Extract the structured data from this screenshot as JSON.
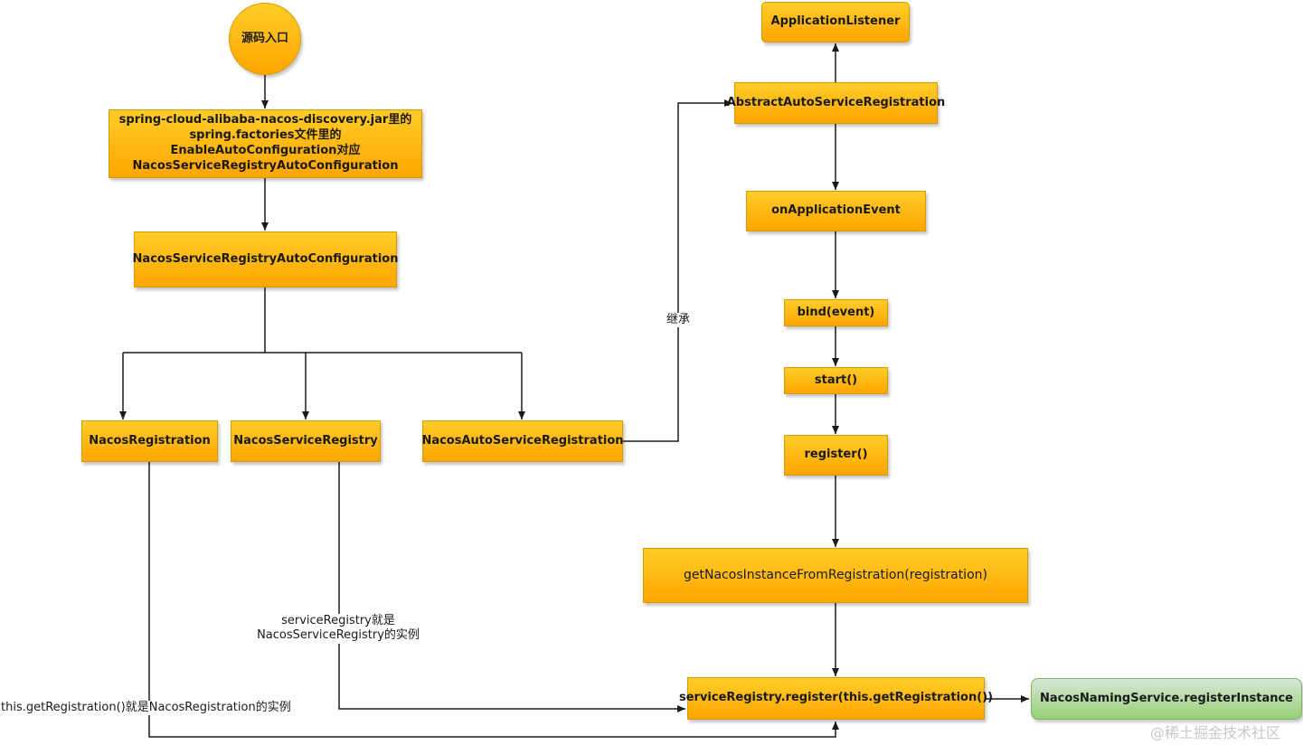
{
  "nodes": {
    "entry": "源码入口",
    "spring_factories": "spring-cloud-alibaba-nacos-discovery.jar里的spring.factories文件里的EnableAutoConfiguration对应NacosServiceRegistryAutoConfiguration",
    "auto_config": "NacosServiceRegistryAutoConfiguration",
    "nacos_registration": "NacosRegistration",
    "nacos_service_registry": "NacosServiceRegistry",
    "nacos_auto_service_registration": "NacosAutoServiceRegistration",
    "application_listener": "ApplicationListener",
    "abstract_auto_service_registration": "AbstractAutoServiceRegistration",
    "on_application_event": "onApplicationEvent",
    "bind_event": "bind(event)",
    "start": "start()",
    "register": "register()",
    "get_nacos_instance": "getNacosInstanceFromRegistration(registration)",
    "service_registry_register": "serviceRegistry.register(this.getRegistration())",
    "naming_service_register": "NacosNamingService.registerInstance"
  },
  "labels": {
    "inherit": "继承",
    "service_registry_note": "serviceRegistry就是NacosServiceRegistry的实例",
    "get_registration_note": "this.getRegistration()就是NacosRegistration的实例"
  },
  "watermark": "@稀土掘金技术社区",
  "colors": {
    "node_fill_top": "#ffcd28",
    "node_fill_bottom": "#ffa500",
    "node_border": "#d79b00",
    "green_fill_top": "#d5e8d4",
    "green_fill_bottom": "#97d077",
    "green_border": "#82b366",
    "edge": "#1a1a1a"
  }
}
